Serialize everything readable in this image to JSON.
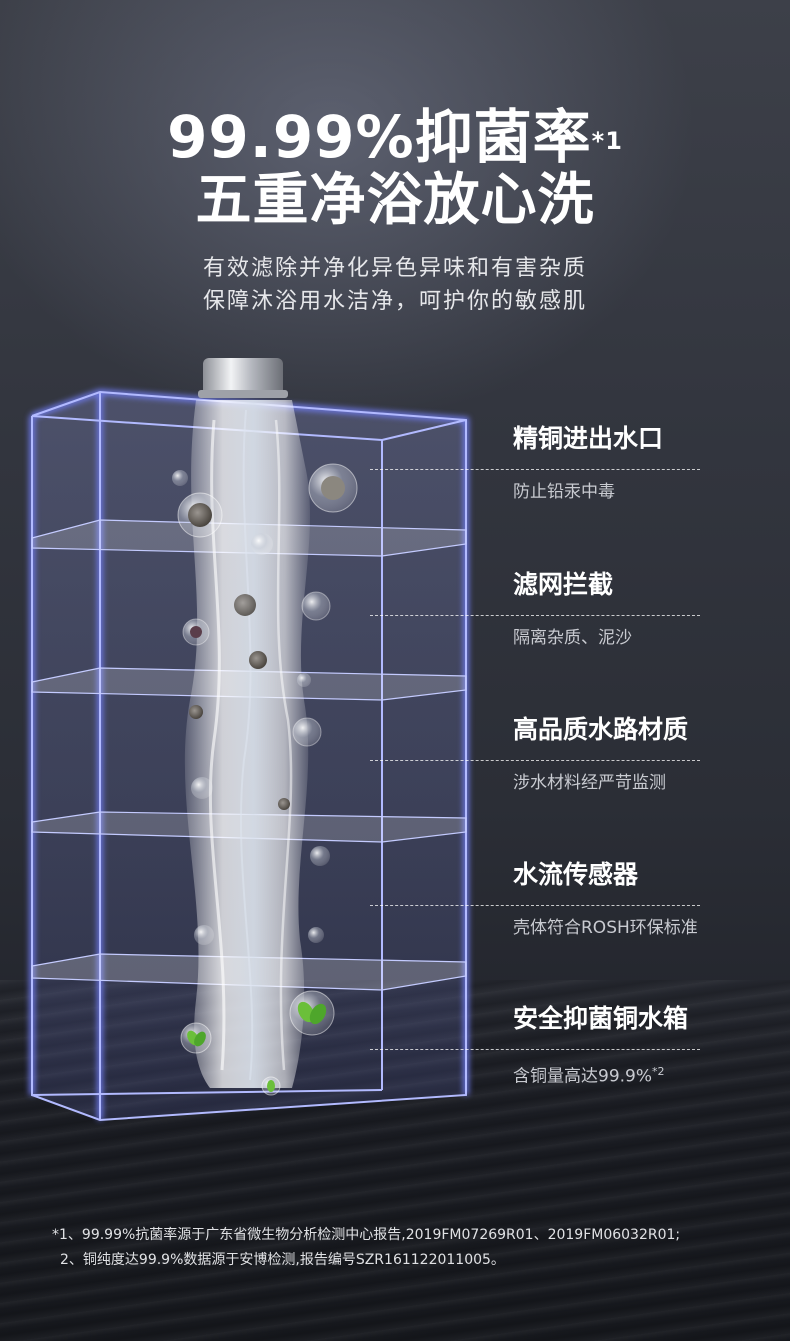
{
  "headline": {
    "line1": "99.99%抑菌率",
    "line1_sup": "*1",
    "line2": "五重净浴放心洗"
  },
  "subtitle": {
    "line1": "有效滤除并净化异色异味和有害杂质",
    "line2": "保障沐浴用水洁净，呵护你的敏感肌"
  },
  "features": [
    {
      "title": "精铜进出水口",
      "desc": "防止铅汞中毒",
      "desc_sup": ""
    },
    {
      "title": "滤网拦截",
      "desc": "隔离杂质、泥沙",
      "desc_sup": ""
    },
    {
      "title": "高品质水路材质",
      "desc": "涉水材料经严苛监测",
      "desc_sup": ""
    },
    {
      "title": "水流传感器",
      "desc": "壳体符合ROSH环保标准",
      "desc_sup": ""
    },
    {
      "title": "安全抑菌铜水箱",
      "desc": "含铜量高达99.9%",
      "desc_sup": "*2"
    }
  ],
  "footnotes": {
    "line1": "*1、99.99%抗菌率源于广东省微生物分析检测中心报告,2019FM07269R01、2019FM06032R01;",
    "line2": "2、铜纯度达99.9%数据源于安博检测,报告编号SZR161122011005。"
  },
  "colors": {
    "tank_edge": "#9aa6ff",
    "tank_glow": "#6f7cf0",
    "water": "#e9eef5"
  },
  "icons": {
    "nozzle": "metal-nozzle-icon",
    "particles": "impurity-particle-icon",
    "leaf": "leaf-bubble-icon"
  }
}
